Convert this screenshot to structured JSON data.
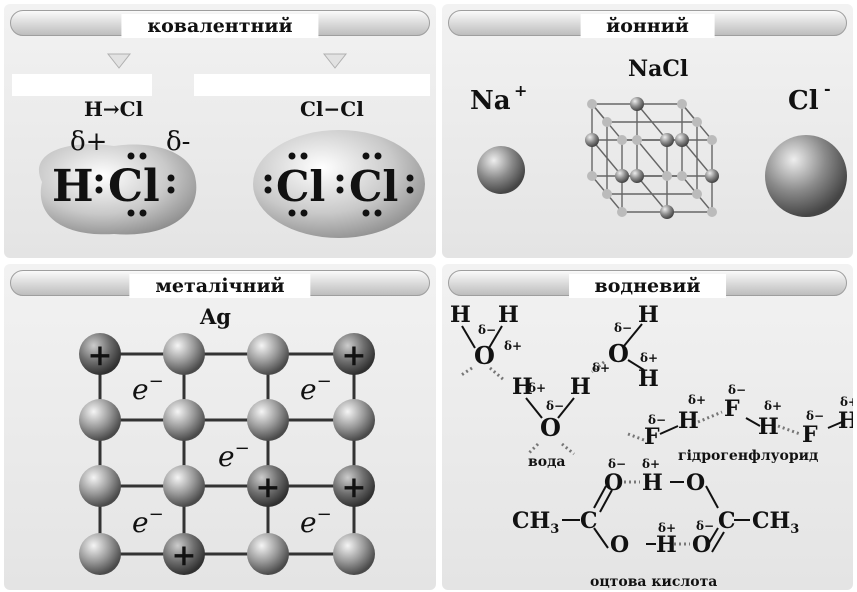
{
  "panels": {
    "covalent": {
      "title": "ковалентний",
      "hcl_formula": "H→Cl",
      "cl2_formula": "Cl−Cl",
      "delta_plus": "δ+",
      "delta_minus": "δ-",
      "h_symbol": "H",
      "cl_symbol": "Cl"
    },
    "ionic": {
      "title": "йонний",
      "compound": "NaCl",
      "cation": "Na",
      "cation_charge": "+",
      "anion": "Cl",
      "anion_charge": "-"
    },
    "metallic": {
      "title": "металічний",
      "element": "Ag",
      "electron": "e",
      "electron_charge": "−",
      "plus_sign": "+"
    },
    "hydrogen": {
      "title": "водневий",
      "h": "H",
      "o": "O",
      "f": "F",
      "dp": "δ+",
      "dm": "δ−",
      "water_label": "вода",
      "hf_label": "гідрогенфлуорид",
      "acid_label": "оцтова кислота",
      "ch3": "CH",
      "sub3": "3",
      "c": "C"
    }
  }
}
